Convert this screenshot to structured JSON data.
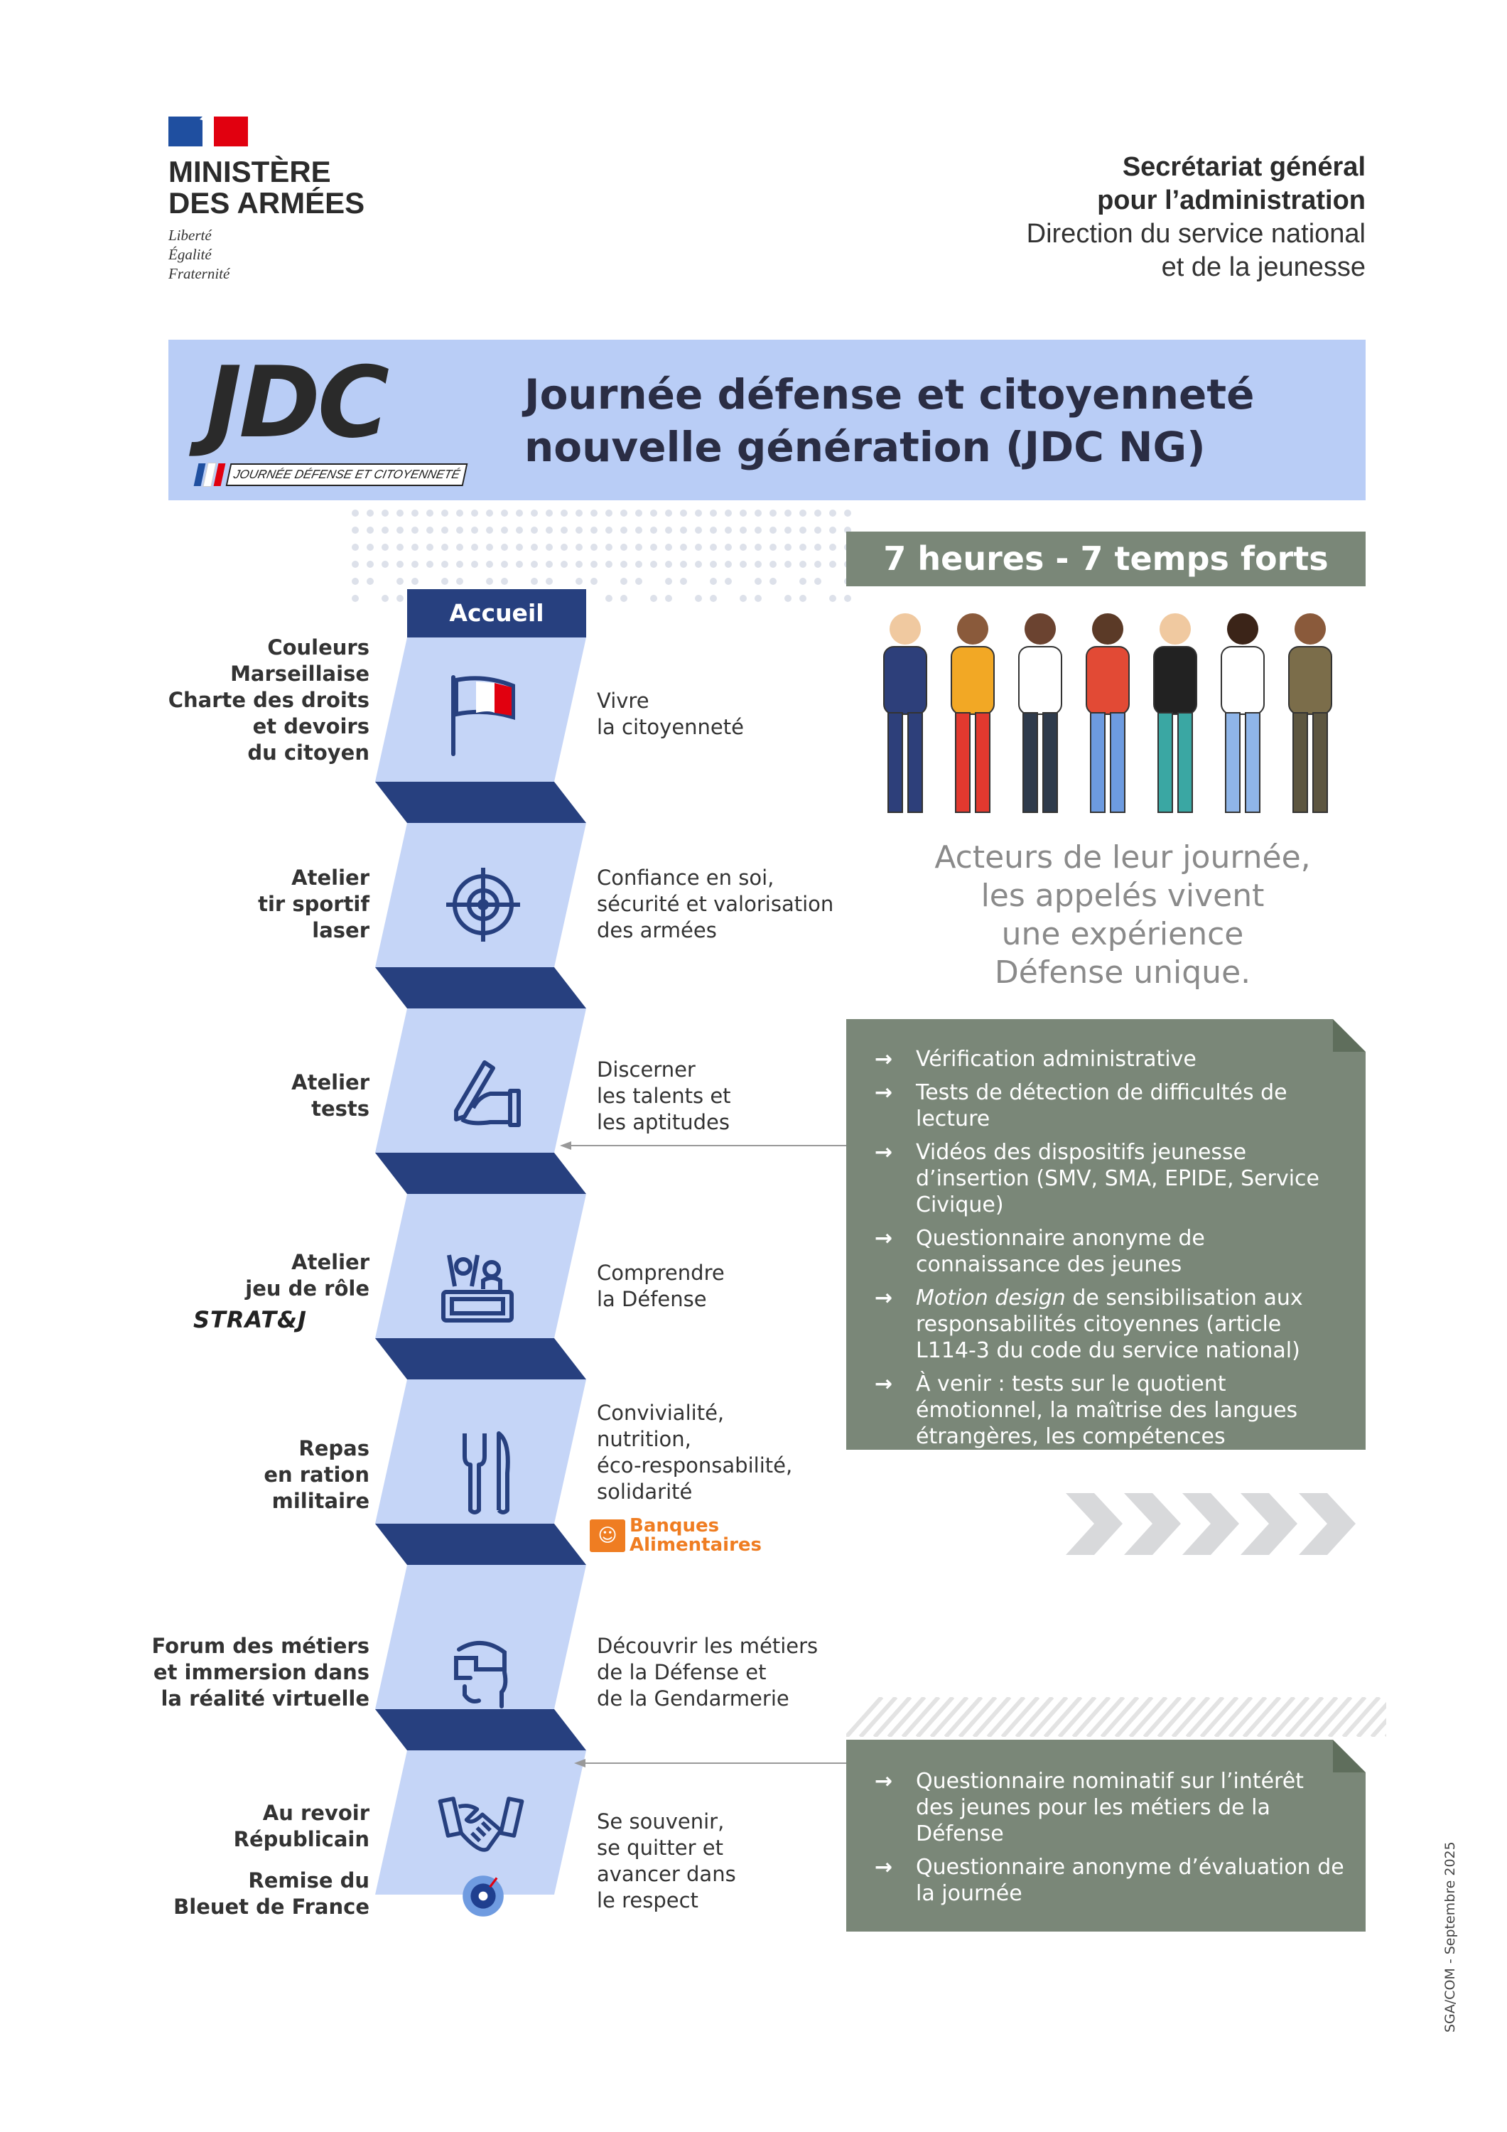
{
  "header": {
    "ministry": "MINISTÈRE\nDES ARMÉES",
    "motto": "Liberté\nÉgalité\nFraternité",
    "org_line1": "Secrétariat général",
    "org_line2": "pour l’administration",
    "org_line3": "Direction du service national",
    "org_line4": "et de la jeunesse"
  },
  "banner": {
    "logo_text": "JDC",
    "logo_tagline": "JOURNÉE DÉFENSE ET CITOYENNETÉ",
    "title": "Journée défense et citoyenneté\nnouvelle génération (JDC NG)"
  },
  "highlights": {
    "heading": "7 heures - 7 temps forts",
    "quote": "Acteurs de leur journée,\nles appelés vivent\nune expérience\nDéfense unique."
  },
  "timeline": {
    "start_label": "Accueil",
    "steps": [
      {
        "label": "Couleurs\nMarseillaise\nCharte des droits\net devoirs\ndu citoyen",
        "desc": "Vivre\nla citoyenneté",
        "icon": "flag-icon"
      },
      {
        "label": "Atelier\ntir sportif\nlaser",
        "desc": "Confiance en soi,\nsécurité et valorisation\ndes armées",
        "icon": "target-icon"
      },
      {
        "label": "Atelier\ntests",
        "desc": "Discerner\nles talents et\nles aptitudes",
        "icon": "writing-hand-icon"
      },
      {
        "label": "Atelier\njeu de rôle",
        "desc": "Comprendre\nla Défense",
        "icon": "role-play-icon",
        "brand": "STRAT&J"
      },
      {
        "label": "Repas\nen ration\nmilitaire",
        "desc": "Convivialité,\nnutrition,\néco-responsabilité,\nsolidarité",
        "icon": "cutlery-icon",
        "partner": "Banques\nAlimentaires"
      },
      {
        "label": "Forum des métiers\net immersion dans\nla réalité virtuelle",
        "desc": "Découvrir les métiers\nde la Défense et\nde la Gendarmerie",
        "icon": "vr-headset-icon"
      },
      {
        "label": "Au revoir\nRépublicain",
        "label2": "Remise du\nBleuet de France",
        "desc": "Se souvenir,\nse quitter et\navancer dans\nle respect",
        "icon": "handshake-icon"
      }
    ]
  },
  "box1": {
    "items": [
      "Vérification administrative",
      "Tests de détection de difficultés de lecture",
      "Vidéos des dispositifs jeunesse d’insertion (SMV, SMA, EPIDE, Service Civique)",
      "Questionnaire anonyme de connaissance des jeunes",
      "de sensibilisation aux responsabilités citoyennes (article L114-3 du code du service national)",
      "À venir : tests sur le quotient émotionnel, la maîtrise des langues étrangères, les compétences numériques"
    ],
    "item5_italic": "Motion design"
  },
  "box2": {
    "items": [
      "Questionnaire nominatif sur l’intérêt des jeunes pour les métiers de la Défense",
      "Questionnaire anonyme d’évaluation de la journée"
    ]
  },
  "footer": {
    "credit": "SGA/COM - Septembre 2025"
  },
  "colors": {
    "navy": "#27407f",
    "panel": "#c5d5f7",
    "banner": "#b9cdf6",
    "green": "#7a8778",
    "orange": "#ef7d22"
  }
}
